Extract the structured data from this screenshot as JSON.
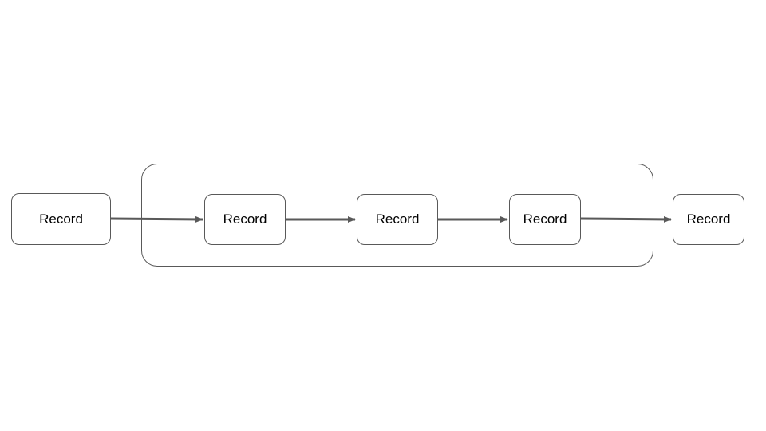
{
  "diagram": {
    "nodes": [
      {
        "label": "Record"
      },
      {
        "label": "Record"
      },
      {
        "label": "Record"
      },
      {
        "label": "Record"
      },
      {
        "label": "Record"
      }
    ],
    "edges": [
      {
        "from": 0,
        "to": 1
      },
      {
        "from": 1,
        "to": 2
      },
      {
        "from": 2,
        "to": 3
      },
      {
        "from": 3,
        "to": 4
      }
    ],
    "colors": {
      "stroke": "#595959",
      "text": "#000000",
      "background": "#ffffff"
    }
  }
}
